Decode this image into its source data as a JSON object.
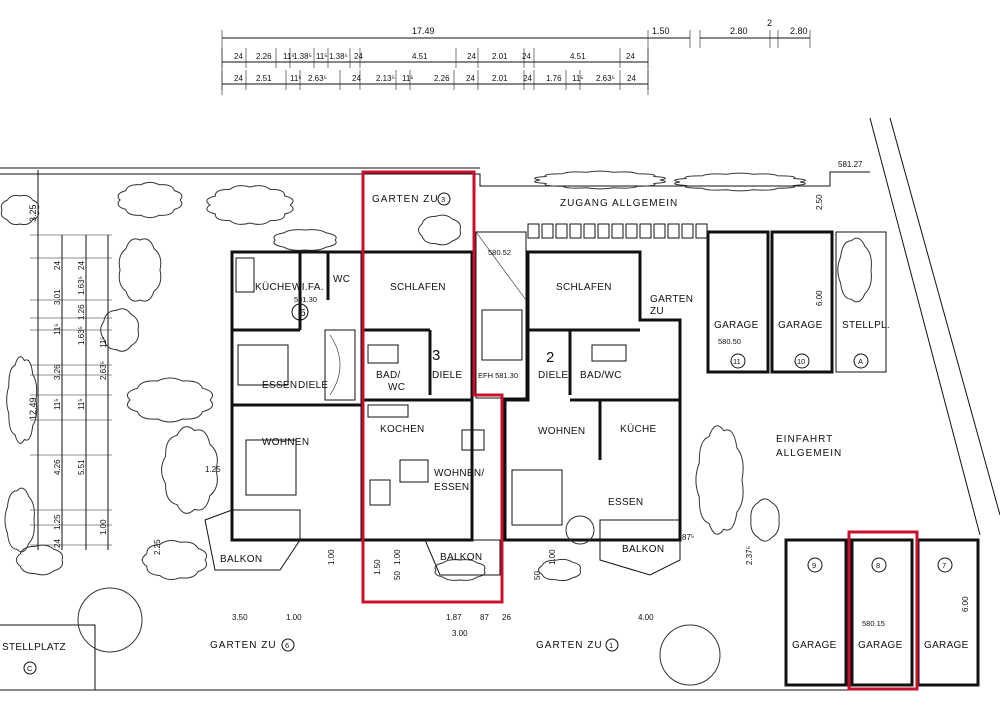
{
  "dimensions": {
    "top_total": "17.49",
    "top_right": [
      "1.50",
      "2.80",
      "2",
      "2.80"
    ],
    "row1": [
      "24",
      "2.26",
      "11⁵",
      "1.38⁵",
      "11⁵",
      "1.38⁵",
      "24",
      "4.51",
      "24",
      "2.01",
      "24",
      "4.51",
      "24"
    ],
    "row2": [
      "24",
      "2.51",
      "11⁵",
      "2.63⁵",
      "24",
      "2.13⁵",
      "11⁵",
      "2.26",
      "24",
      "2.01",
      "24",
      "1.76",
      "11⁵",
      "2.63⁵",
      "24"
    ],
    "left_outer": [
      "3.25",
      "12.49"
    ],
    "left_col1": [
      "24",
      "3.01",
      "11⁵",
      "3.26",
      "11⁵",
      "4.26",
      "1.25",
      "24"
    ],
    "left_col2": [
      "24",
      "1.63⁵",
      "1.26",
      "1.63⁵",
      "11⁵",
      "2.63⁵",
      "11⁵",
      "5.51",
      "1.00"
    ],
    "misc": [
      "1.25",
      "2.25",
      "1.00",
      "3.50",
      "1.00",
      "1.50",
      "50",
      "1.00",
      "1.87",
      "87",
      "26",
      "3.00",
      "50",
      "1.00",
      "4.00",
      "2.37⁵",
      "87⁵",
      "2.50",
      "6.00",
      "6.00",
      "581.27"
    ]
  },
  "labels": {
    "garten_zu_3": "GARTEN ZU",
    "zugang": "ZUGANG ALLGEMEIN",
    "einfahrt": "EINFAHRT",
    "allgemein": "ALLGEMEIN",
    "garten_zu_6": "GARTEN ZU",
    "garten_zu_1": "GARTEN ZU",
    "garten_zu_2a": "GARTEN",
    "garten_zu_2b": "ZU",
    "stellplatz_left": "STELLPLATZ",
    "stellpl": "STELLPL."
  },
  "levels": {
    "wifa": "581.30",
    "stair": "580.52",
    "efh": "EFH 581.30",
    "garage_11": "580.50",
    "garage_8": "580.15"
  },
  "rooms": {
    "unit6": {
      "kueche": "KÜCHE",
      "wifa": "WI.FA.",
      "wc": "WC",
      "essen": "ESSEN",
      "diele": "DIELE",
      "wohnen": "WOHNEN",
      "balkon": "BALKON"
    },
    "unit3": {
      "schlafen": "SCHLAFEN",
      "bad": "BAD/",
      "wc": "WC",
      "diele": "DIELE",
      "kochen": "KOCHEN",
      "wohnen": "WOHNEN/",
      "essen": "ESSEN",
      "balkon": "BALKON"
    },
    "unit2": {
      "schlafen": "SCHLAFEN",
      "diele": "DIELE",
      "badwc": "BAD/WC",
      "wohnen": "WOHNEN",
      "kueche": "KÜCHE",
      "essen": "ESSEN",
      "balkon": "BALKON"
    }
  },
  "numbers": {
    "n1": "1",
    "n2": "2",
    "n3": "3",
    "n6": "6",
    "n7": "7",
    "n8": "8",
    "n9": "9",
    "n10": "10",
    "n11": "11",
    "nA": "A",
    "nC": "C"
  },
  "garage": "GARAGE",
  "highlight_color": "#c8102e"
}
